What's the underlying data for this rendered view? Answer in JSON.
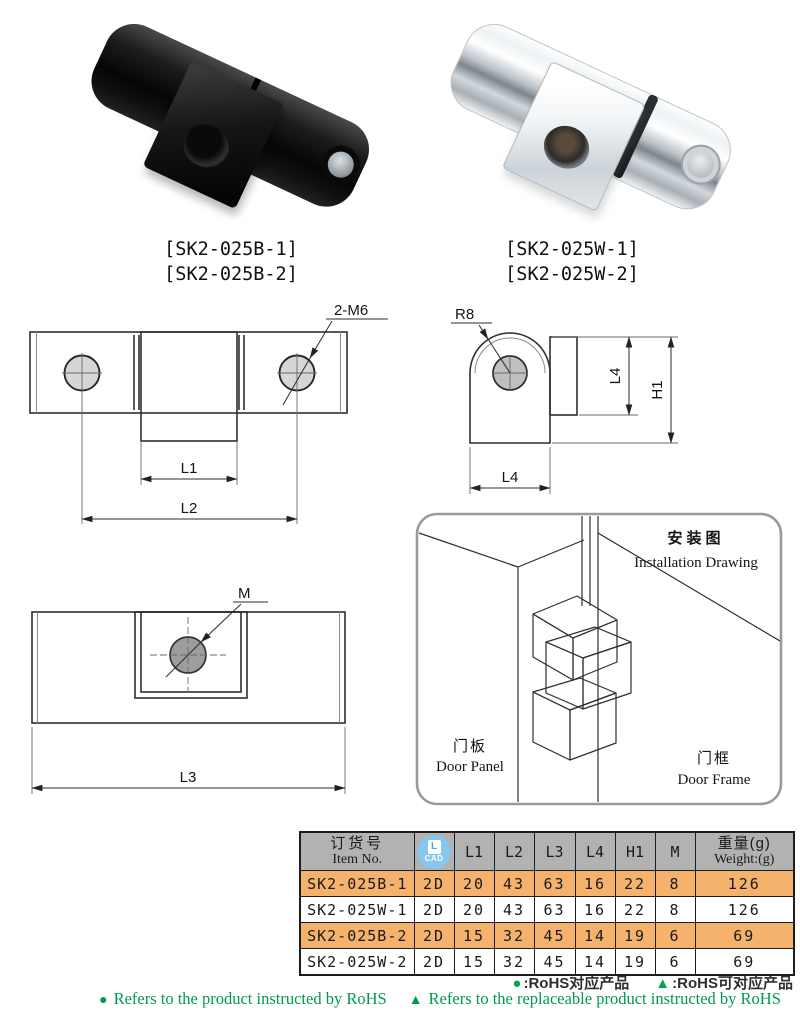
{
  "products": [
    {
      "finish": "black",
      "labels": [
        "[SK2-025B-1]",
        "[SK2-025B-2]"
      ]
    },
    {
      "finish": "chrome",
      "labels": [
        "[SK2-025W-1]",
        "[SK2-025W-2]"
      ]
    }
  ],
  "drawings": {
    "front": {
      "thread": "2-M6",
      "l1": "L1",
      "l2": "L2"
    },
    "side": {
      "r": "R8",
      "l4v": "L4",
      "h1": "H1",
      "l4b": "L4"
    },
    "bottom": {
      "m": "M",
      "l3": "L3"
    },
    "install": {
      "title_cn": "安装图",
      "title_en": "Installation Drawing",
      "panel_cn": "门板",
      "panel_en": "Door Panel",
      "frame_cn": "门框",
      "frame_en": "Door Frame"
    }
  },
  "table": {
    "header": {
      "item_cn": "订货号",
      "item_en": "Item No.",
      "cad_glyph": "L",
      "cad_label": "CAD",
      "cols": [
        "L1",
        "L2",
        "L3",
        "L4",
        "H1",
        "M"
      ],
      "weight_cn": "重量(g)",
      "weight_en": "Weight:(g)"
    },
    "rows": [
      {
        "item": "SK2-025B-1",
        "cad": "2D",
        "values": [
          "20",
          "43",
          "63",
          "16",
          "22",
          "8"
        ],
        "weight": "126"
      },
      {
        "item": "SK2-025W-1",
        "cad": "2D",
        "values": [
          "20",
          "43",
          "63",
          "16",
          "22",
          "8"
        ],
        "weight": "126"
      },
      {
        "item": "SK2-025B-2",
        "cad": "2D",
        "values": [
          "15",
          "32",
          "45",
          "14",
          "19",
          "6"
        ],
        "weight": "69"
      },
      {
        "item": "SK2-025W-2",
        "cad": "2D",
        "values": [
          "15",
          "32",
          "45",
          "14",
          "19",
          "6"
        ],
        "weight": "69"
      }
    ],
    "colors": {
      "highlight": "#f4b26d",
      "header": "#b2b2b2",
      "cad_blue": "#87c7eb"
    }
  },
  "legend": {
    "sym_circle": "●",
    "sym_triangle": "▲",
    "cn_1": ":RoHS对应产品",
    "cn_2": ":RoHS可对应产品",
    "en_1": "Refers to the product instructed by RoHS",
    "en_2": "Refers to the replaceable product instructed by RoHS",
    "green": "#00a651"
  }
}
